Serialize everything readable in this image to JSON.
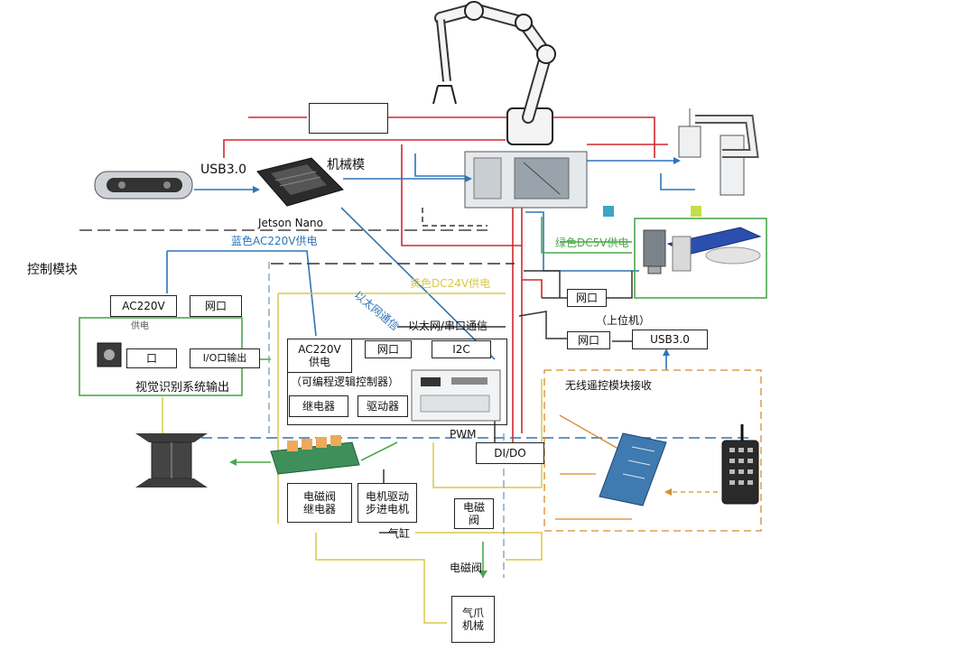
{
  "labels": {
    "usb_top": "USB3.0",
    "jetson": "Jetson Nano",
    "jetson_power": "蓝色AC220V供电",
    "middle_module": "机械模",
    "section_left": "控制模块",
    "ac220_left": "AC220V",
    "ac220_left_sub": "供电",
    "port_left_top": "网口",
    "stepper_small": "口",
    "io_left": "I/O口输出",
    "left_caption": "视觉识别系统输出",
    "ac220_center": "AC220V\n供电",
    "port_center": "网口",
    "i2c": "I2C",
    "plc_row_label": "（可编程逻辑控制器）",
    "relay_box": "继电器",
    "driver_box": "驱动器",
    "diag_text": "以太网通信",
    "yellow_dc": "黄色DC24V供电",
    "motion_label": "以太网/串口通信",
    "green_dc": "绿色DC5V供电",
    "port_right1": "网口",
    "host_label": "（上位机）",
    "port_right2": "网口",
    "usb_right": "USB3.0",
    "remote_caption": "无线遥控模块接收",
    "signal": "PWM",
    "dio_box": "DI/DO",
    "solenoid": "电磁阀\n继电器",
    "stepper_drive": "电机驱动\n步进电机",
    "small_label": "气缸",
    "valve_box": "电磁\n阀",
    "gear_label": "电磁阀",
    "gripper_box": "气爪\n机械"
  },
  "colors": {
    "red": "#d0282e",
    "blue": "#2f74b8",
    "green": "#4aa84a",
    "yellow": "#d9c84a",
    "dark": "#222222",
    "orange": "#d98a2a",
    "cyan_badge": "#3aa6c9",
    "lime_badge": "#c6dd4a"
  },
  "icons": [
    "robot-arm-icon",
    "depth-camera-icon",
    "jetson-board-icon",
    "scara-robot-icon",
    "plc-icon",
    "conveyor-icon",
    "stepper-motor-icon",
    "pedestal-icon",
    "relay-board-icon",
    "wireless-receiver-icon",
    "remote-control-icon"
  ]
}
